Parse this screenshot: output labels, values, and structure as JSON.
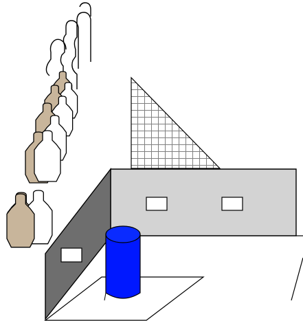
{
  "scene": {
    "description_visible_text": "",
    "colors": {
      "background": "#ffffff",
      "outline": "#000000",
      "target_tan": "#c8b59b",
      "target_white": "#ffffff",
      "wall_front": "#d3d3d3",
      "wall_side": "#6e6e6e",
      "barrel": "#0018ff",
      "barrel_top": "#0a2bff",
      "window": "#ffffff",
      "hatch_bg": "#ffffff",
      "hatch_line": "#808080"
    },
    "objects": {
      "targets_tan_count": 5,
      "targets_white_count": 5,
      "outline_targets_count": 3,
      "wall_windows_count": 3,
      "barrels_count": 1
    }
  }
}
